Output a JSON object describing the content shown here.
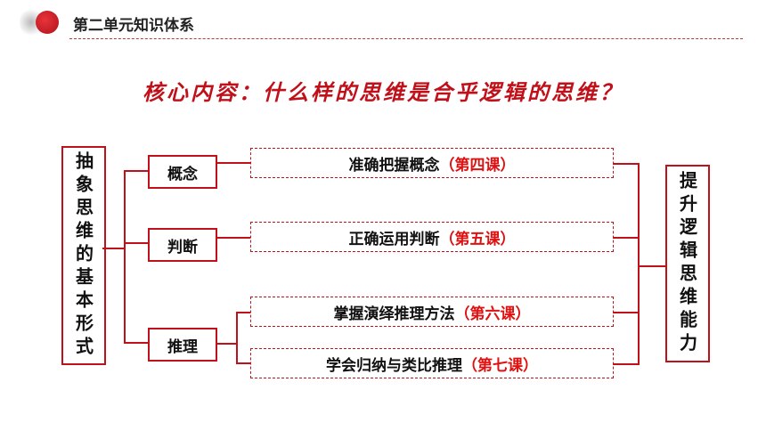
{
  "header": {
    "title": "第二单元知识体系"
  },
  "main_title": "核心内容：什么样的思维是合乎逻辑的思维？",
  "left_box": {
    "text": "抽象思维的基本形式"
  },
  "right_box": {
    "text": "提升逻辑思维能力"
  },
  "categories": [
    {
      "label": "概念"
    },
    {
      "label": "判断"
    },
    {
      "label": "推理"
    }
  ],
  "items": [
    {
      "text": "准确把握概念",
      "lesson": "（第四课）"
    },
    {
      "text": "正确运用判断",
      "lesson": "（第五课）"
    },
    {
      "text": "掌握演绎推理方法",
      "lesson": "（第六课）"
    },
    {
      "text": "学会归纳与类比推理",
      "lesson": "（第七课）"
    }
  ],
  "colors": {
    "accent": "#c0101a",
    "lesson_text": "#e01010"
  }
}
